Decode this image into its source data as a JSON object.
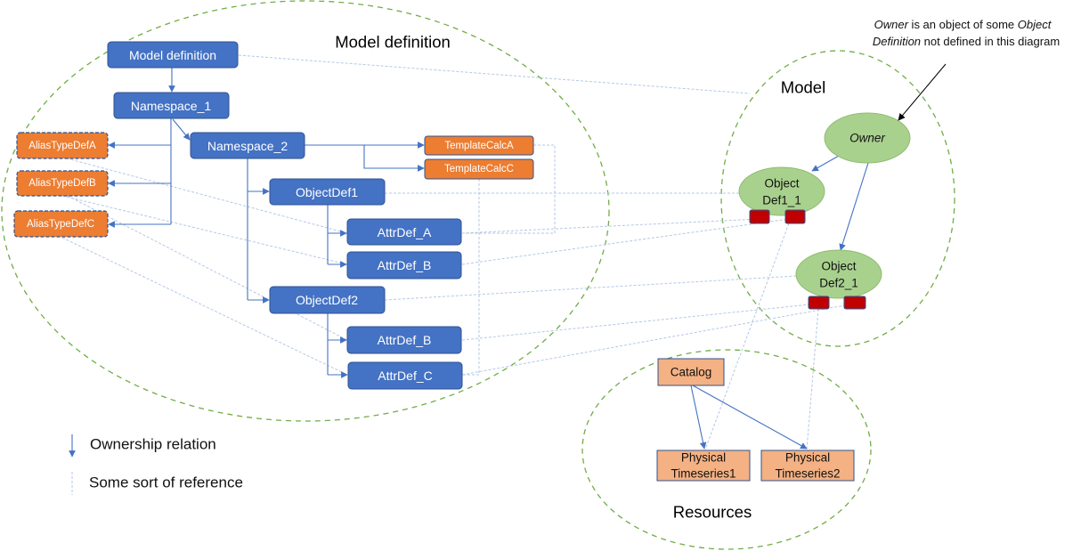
{
  "colors": {
    "definition_box": "#4472C4",
    "alias_box": "#ED7D31",
    "template_box": "#ED7D31",
    "object_instance": "#A9D18E",
    "attribute_port": "#C00000",
    "resource_box": "#F4B183",
    "region_outline": "#70AD47",
    "ownership_line": "#4472C4",
    "reference_line": "#B4C7E7"
  },
  "regions": {
    "model_definition": "Model definition",
    "model": "Model",
    "resources": "Resources"
  },
  "model_definition": {
    "root": "Model definition",
    "namespace_1": "Namespace_1",
    "namespace_2": "Namespace_2",
    "aliases": [
      "AliasTypeDefA",
      "AliasTypeDefB",
      "AliasTypeDefC"
    ],
    "templates": [
      "TemplateCalcA",
      "TemplateCalcC"
    ],
    "object_defs": [
      {
        "name": "ObjectDef1",
        "attributes": [
          "AttrDef_A",
          "AttrDef_B"
        ]
      },
      {
        "name": "ObjectDef2",
        "attributes": [
          "AttrDef_B",
          "AttrDef_C"
        ]
      }
    ]
  },
  "model": {
    "owner": "Owner",
    "objects": [
      {
        "line1": "Object",
        "line2": "Def1_1",
        "ports": 2
      },
      {
        "line1": "Object",
        "line2": "Def2_1",
        "ports": 2
      }
    ]
  },
  "resources": {
    "catalog": "Catalog",
    "timeseries": [
      {
        "line1": "Physical",
        "line2": "Timeseries1"
      },
      {
        "line1": "Physical",
        "line2": "Timeseries2"
      }
    ]
  },
  "annotation": {
    "line1_italic_a": "Owner",
    "line1_plain": " is an object of some ",
    "line1_italic_b": "Object",
    "line2_italic": "Definition",
    "line2_plain": " not defined in this diagram"
  },
  "legend": {
    "ownership": "Ownership relation",
    "reference": "Some sort of reference"
  }
}
